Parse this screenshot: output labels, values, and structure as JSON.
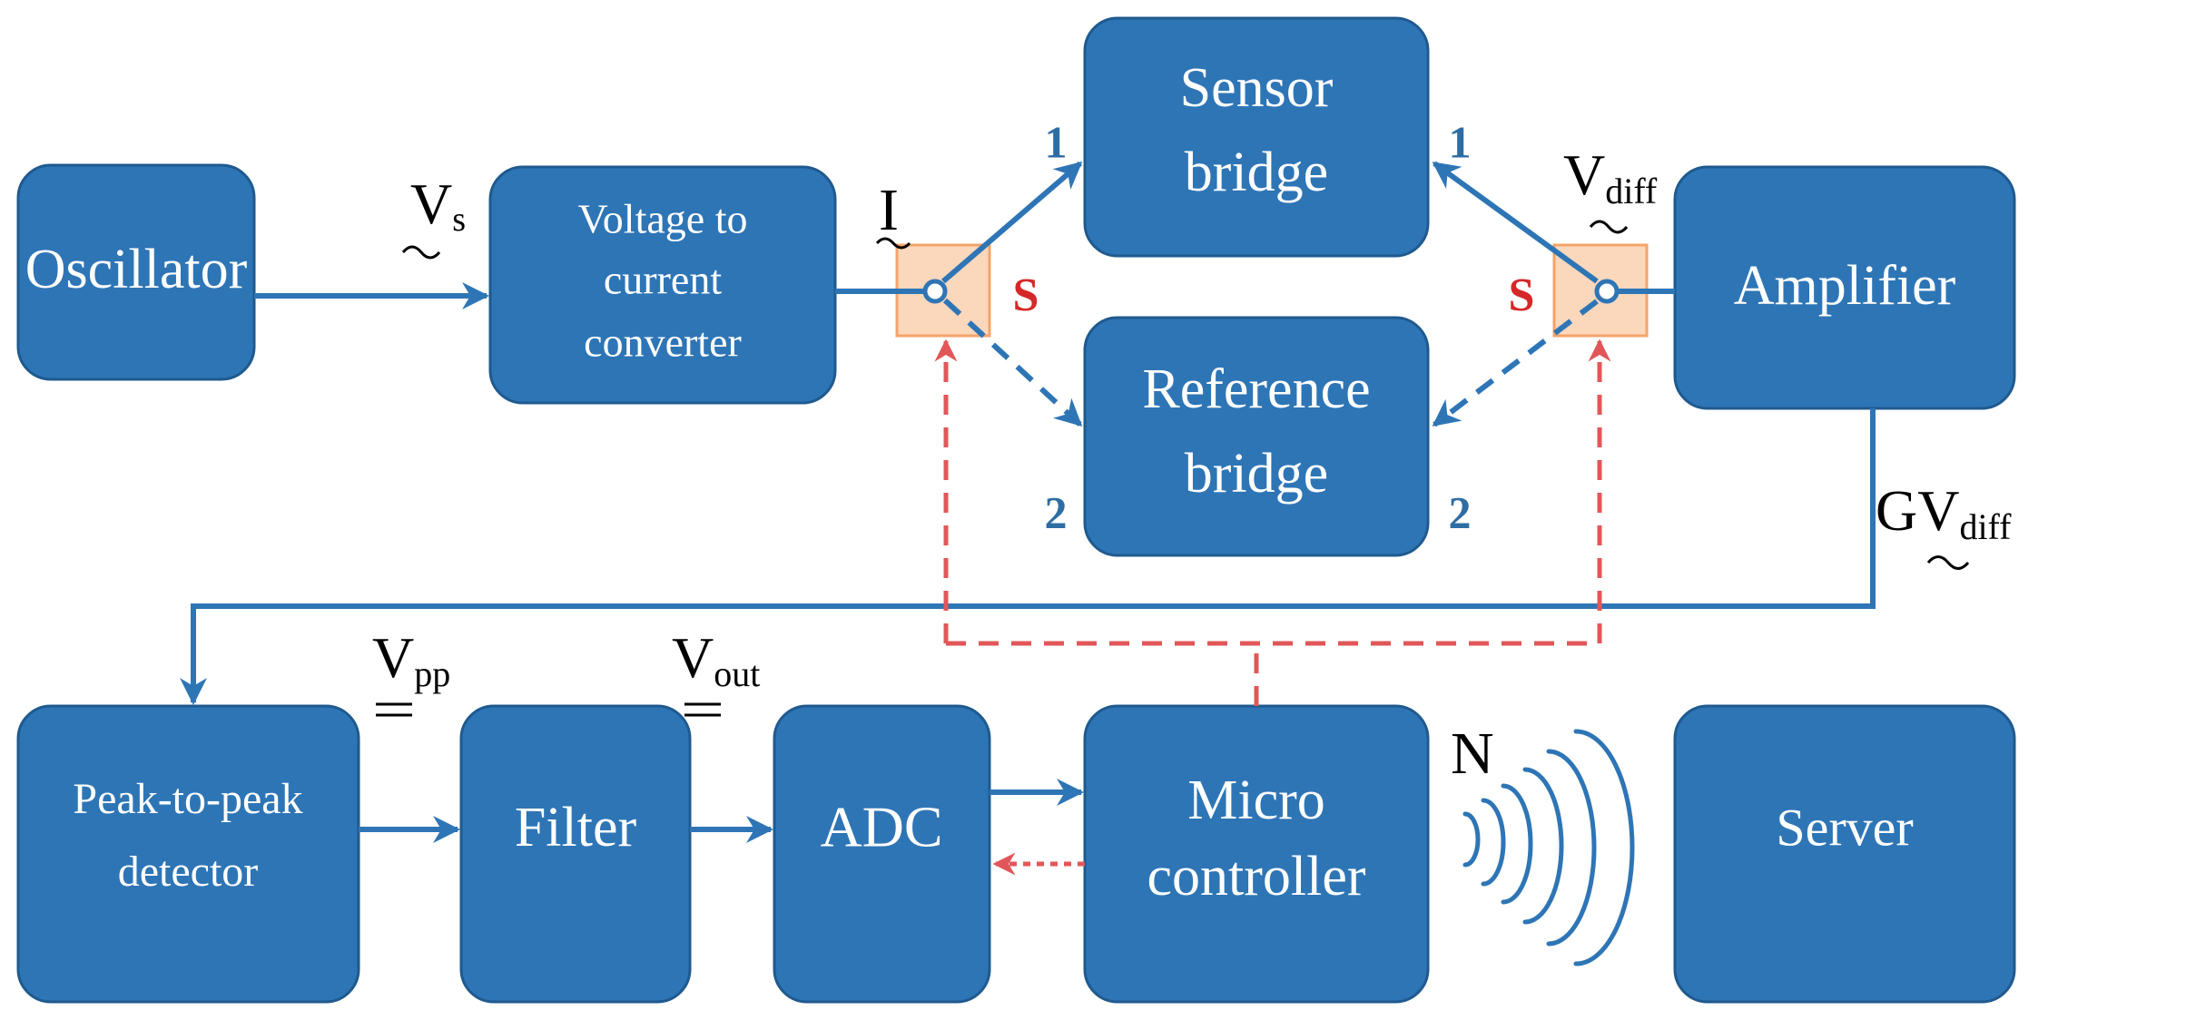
{
  "colors": {
    "box_fill": "#2e75b6",
    "box_stroke": "#1f5a8f",
    "signal_line": "#2e75b6",
    "control_line": "#e15759",
    "switch_fill": "#fbd7bc",
    "switch_stroke": "#f4a46a",
    "port_label": "#2e6da4",
    "switch_label": "#d62828"
  },
  "blocks": {
    "oscillator": "Oscillator",
    "v2i_line1": "Voltage to",
    "v2i_line2": "current",
    "v2i_line3": "converter",
    "sensor_line1": "Sensor",
    "sensor_line2": "bridge",
    "reference_line1": "Reference",
    "reference_line2": "bridge",
    "amplifier": "Amplifier",
    "p2p_line1": "Peak-to-peak",
    "p2p_line2": "detector",
    "filter": "Filter",
    "adc": "ADC",
    "micro_line1": "Micro",
    "micro_line2": "controller",
    "server": "Server"
  },
  "signals": {
    "vs_main": "V",
    "vs_sub": "s",
    "i_main": "I",
    "vdiff_main": "V",
    "vdiff_sub": "diff",
    "gvdiff_main": "GV",
    "gvdiff_sub": "diff",
    "vpp_main": "V",
    "vpp_sub": "pp",
    "vout_main": "V",
    "vout_sub": "out",
    "n_label": "N"
  },
  "ports": {
    "left_sensor": "1",
    "left_reference": "2",
    "right_sensor": "1",
    "right_reference": "2",
    "switch_left": "S",
    "switch_right": "S"
  }
}
